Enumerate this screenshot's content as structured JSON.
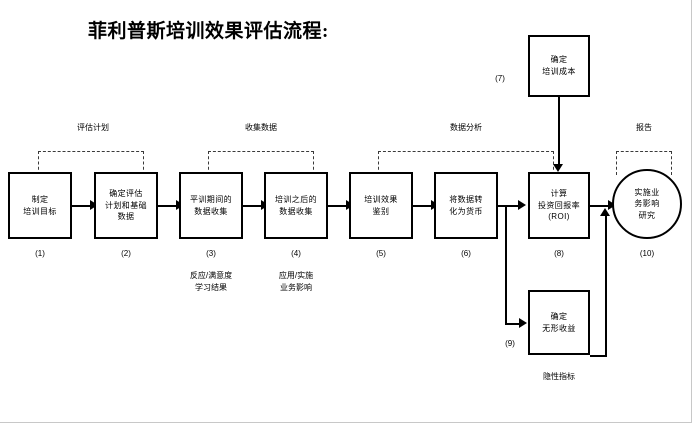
{
  "title": "菲利普斯培训效果评估流程:",
  "nodes": [
    {
      "id": "n1",
      "index": "(1)",
      "shape": "rect",
      "text": "制定\n培训目标"
    },
    {
      "id": "n2",
      "index": "(2)",
      "shape": "rect",
      "text": "确定评估\n计划和基础\n数据"
    },
    {
      "id": "n3",
      "index": "(3)",
      "shape": "rect",
      "text": "平训期间的\n数据收集"
    },
    {
      "id": "n4",
      "index": "(4)",
      "shape": "rect",
      "text": "培训之后的\n数据收集"
    },
    {
      "id": "n5",
      "index": "(5)",
      "shape": "rect",
      "text": "培训效果\n鉴别"
    },
    {
      "id": "n6",
      "index": "(6)",
      "shape": "rect",
      "text": "将数据转\n化为货币"
    },
    {
      "id": "n7",
      "index": "(7)",
      "shape": "rect",
      "text": "确定\n培训成本"
    },
    {
      "id": "n8",
      "index": "(8)",
      "shape": "rect",
      "text": "计算\n投资回报率\n(ROI)"
    },
    {
      "id": "n9",
      "index": "(9)",
      "shape": "rect",
      "text": "确定\n无形收益"
    },
    {
      "id": "n10",
      "index": "(10)",
      "shape": "circle",
      "text": "实施业\n务影响\n研究"
    }
  ],
  "sublabels": [
    {
      "id": "s3",
      "text": "反应/满意度\n学习结果"
    },
    {
      "id": "s4",
      "text": "应用/实施\n业务影响"
    },
    {
      "id": "s9",
      "text": "隐性指标"
    }
  ],
  "group_labels": [
    {
      "id": "g1",
      "text": "评估计划"
    },
    {
      "id": "g2",
      "text": "收集数据"
    },
    {
      "id": "g3",
      "text": "数据分析"
    },
    {
      "id": "g4",
      "text": "报告"
    }
  ],
  "colors": {
    "stroke": "#000000",
    "dashed_stroke": "#3a3a3a",
    "background": "#ffffff",
    "page_border": "#c8c8c8"
  }
}
